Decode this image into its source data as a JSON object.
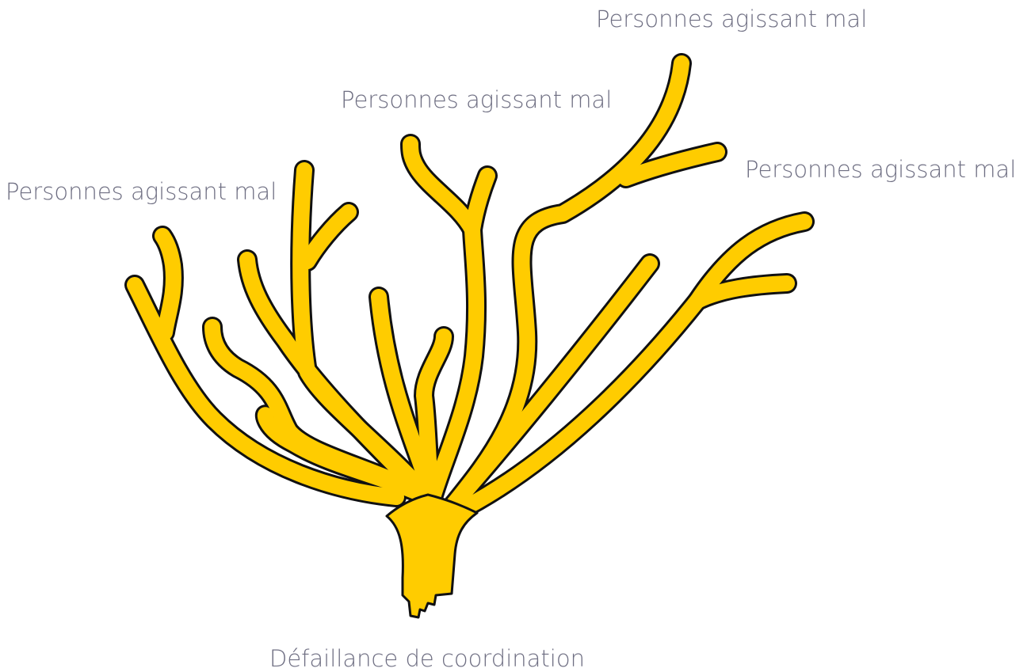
{
  "diagram": {
    "labels": {
      "top_right": "Personnes agissant mal",
      "top_center": "Personnes agissant mal",
      "right": "Personnes agissant mal",
      "left": "Personnes agissant mal",
      "root": "Défaillance de coordination"
    },
    "colors": {
      "branch_fill": "#FFCC00",
      "outline": "#111111",
      "label_text": "#6E6E82",
      "background": "#FFFFFF"
    }
  }
}
